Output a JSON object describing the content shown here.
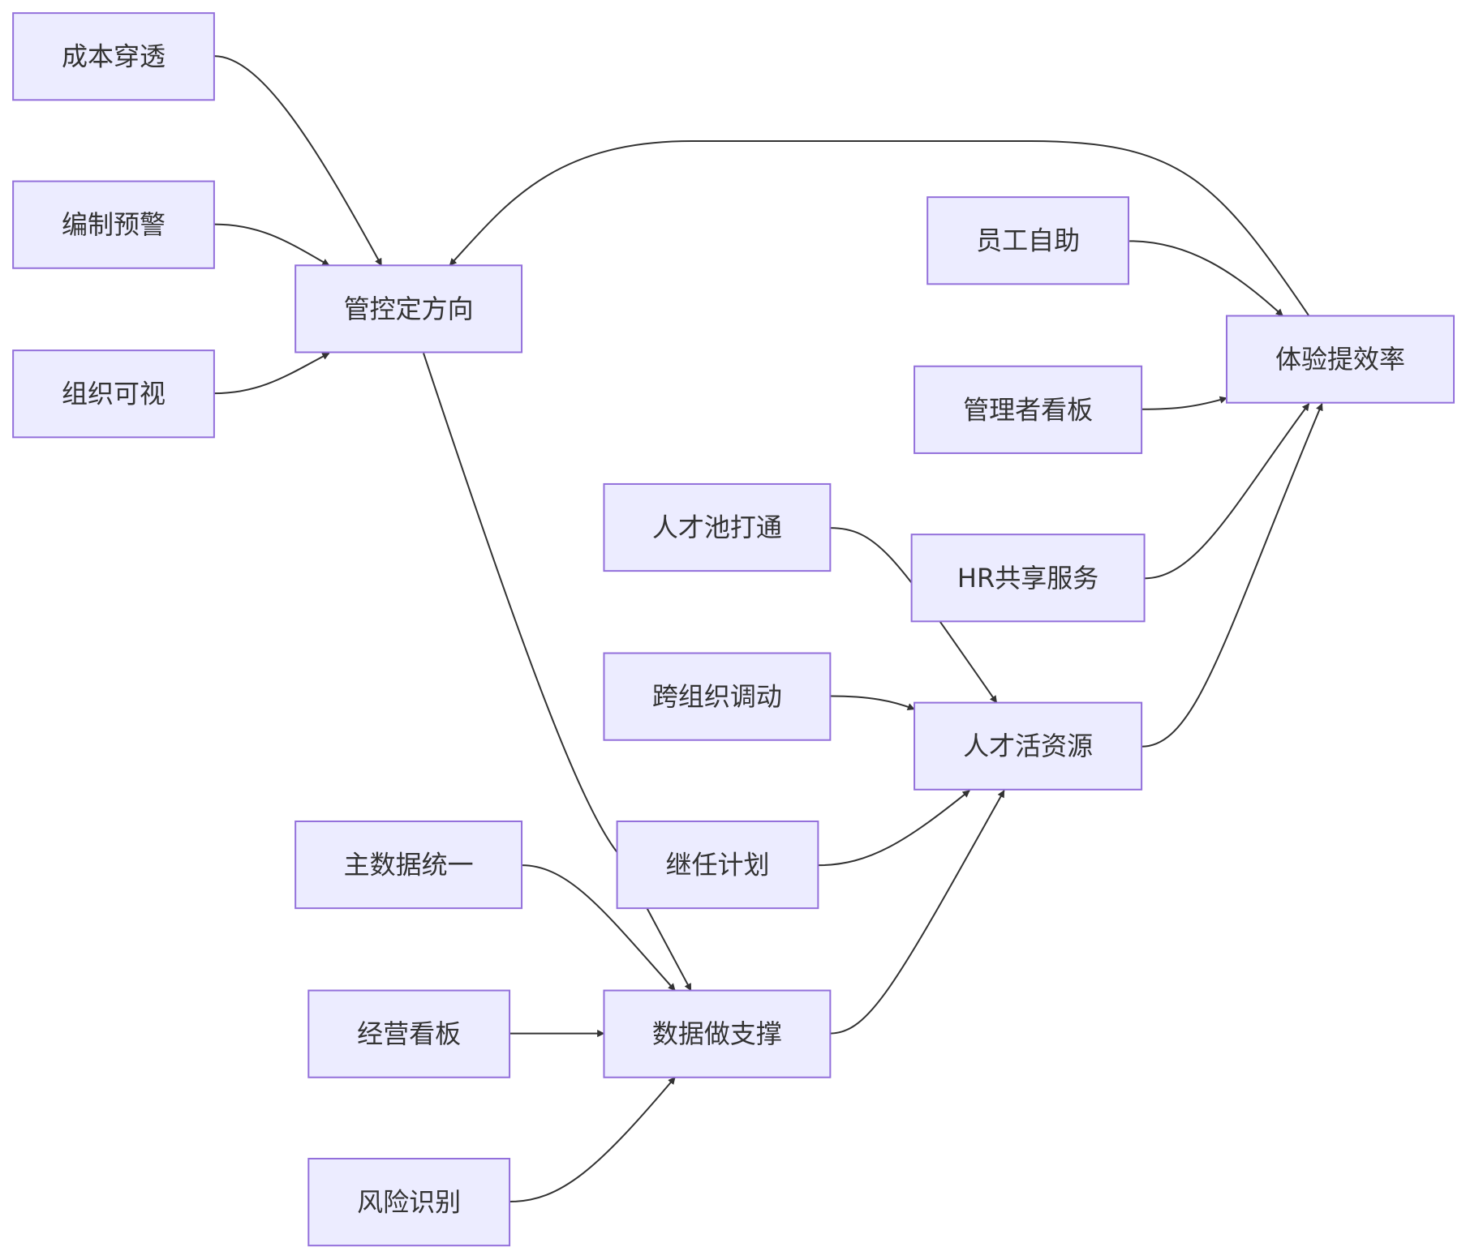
{
  "diagram": {
    "type": "flowchart",
    "colors": {
      "node_fill": "#ececff",
      "node_stroke": "#9370db",
      "edge": "#333333",
      "text": "#333333"
    },
    "nodes": [
      {
        "id": "chengben",
        "label": "成本穿透"
      },
      {
        "id": "bianzhi",
        "label": "编制预警"
      },
      {
        "id": "zuzhi",
        "label": "组织可视"
      },
      {
        "id": "guankong",
        "label": "管控定方向"
      },
      {
        "id": "yuangong",
        "label": "员工自助"
      },
      {
        "id": "guanlizhe",
        "label": "管理者看板"
      },
      {
        "id": "tiyan",
        "label": "体验提效率"
      },
      {
        "id": "rencaichi",
        "label": "人才池打通"
      },
      {
        "id": "hr",
        "label": "HR共享服务"
      },
      {
        "id": "kuazuzhi",
        "label": "跨组织调动"
      },
      {
        "id": "rencaihuo",
        "label": "人才活资源"
      },
      {
        "id": "zhushuju",
        "label": "主数据统一"
      },
      {
        "id": "jiren",
        "label": "继任计划"
      },
      {
        "id": "jingying",
        "label": "经营看板"
      },
      {
        "id": "shuju",
        "label": "数据做支撑"
      },
      {
        "id": "fengxian",
        "label": "风险识别"
      }
    ],
    "edges": [
      {
        "from": "chengben",
        "to": "guankong"
      },
      {
        "from": "bianzhi",
        "to": "guankong"
      },
      {
        "from": "zuzhi",
        "to": "guankong"
      },
      {
        "from": "tiyan",
        "to": "guankong"
      },
      {
        "from": "yuangong",
        "to": "tiyan"
      },
      {
        "from": "guanlizhe",
        "to": "tiyan"
      },
      {
        "from": "hr",
        "to": "tiyan"
      },
      {
        "from": "rencaihuo",
        "to": "tiyan"
      },
      {
        "from": "rencaichi",
        "to": "rencaihuo"
      },
      {
        "from": "kuazuzhi",
        "to": "rencaihuo"
      },
      {
        "from": "jiren",
        "to": "rencaihuo"
      },
      {
        "from": "shuju",
        "to": "rencaihuo"
      },
      {
        "from": "guankong",
        "to": "shuju"
      },
      {
        "from": "zhushuju",
        "to": "shuju"
      },
      {
        "from": "jingying",
        "to": "shuju"
      },
      {
        "from": "fengxian",
        "to": "shuju"
      }
    ]
  }
}
